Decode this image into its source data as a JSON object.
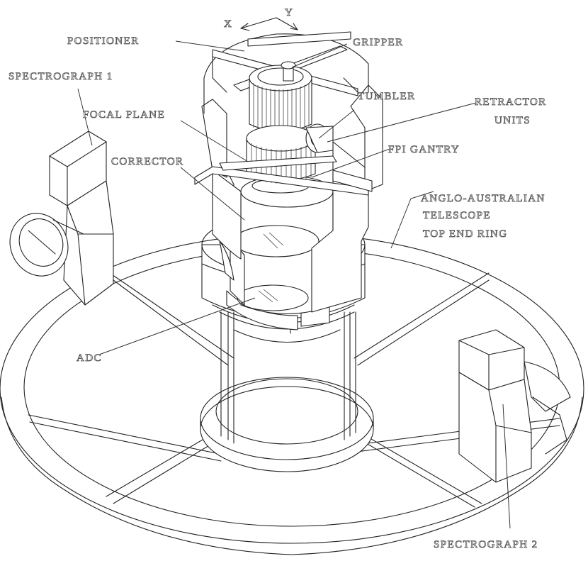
{
  "axes": {
    "x": "X",
    "y": "Y"
  },
  "labels": {
    "positioner": "POSITIONER",
    "gripper": "GRIPPER",
    "spectrograph1": "SPECTROGRAPH 1",
    "tumbler": "TUMBLER",
    "retractor_line1": "RETRACTOR",
    "retractor_line2": "UNITS",
    "focal_plane": "FOCAL PLANE",
    "fpi_gantry": "FPI GANTRY",
    "corrector": "CORRECTOR",
    "aat_line1": "ANGLO-AUSTRALIAN",
    "aat_line2": "TELESCOPE",
    "aat_line3": "TOP END RING",
    "adc": "ADC",
    "spectrograph2": "SPECTROGRAPH 2"
  }
}
